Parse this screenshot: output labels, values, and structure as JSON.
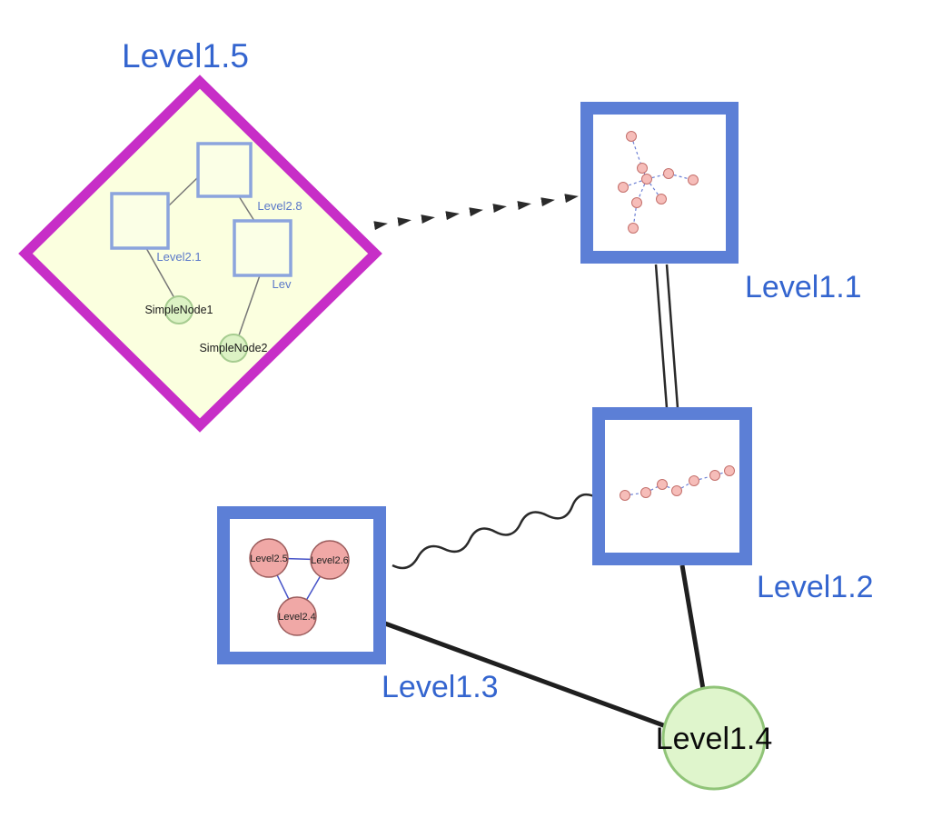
{
  "colors": {
    "label_blue": "#3465cf",
    "node_border_blue": "#5c7fd6",
    "group_magenta": "#c72ec7",
    "group_fill": "#fbffdf",
    "inner_square_fill": "#fbffe6",
    "inner_square_stroke": "#8ba4dd",
    "green_node_fill": "#dff5cc",
    "green_node_stroke": "#90c478",
    "small_green_fill": "#dcf2c4",
    "small_green_stroke": "#a6cc90",
    "mini_node_fill": "#f6bdb9",
    "mini_node_stroke": "#c4706c",
    "pink_node_fill": "#f0a8a6",
    "edge_black": "#2a2a2a"
  },
  "group": {
    "title": "Level1.5",
    "inner_labels": {
      "top_square": "Level2.8",
      "left_square": "Level2.1",
      "right_square": "Lev"
    },
    "simple_nodes": [
      "SimpleNode1",
      "SimpleNode2"
    ]
  },
  "nodes": {
    "level11": "Level1.1",
    "level12": "Level1.2",
    "level13": "Level1.3",
    "level14": "Level1.4"
  },
  "level13_children": [
    "Level2.5",
    "Level2.6",
    "Level2.4"
  ]
}
